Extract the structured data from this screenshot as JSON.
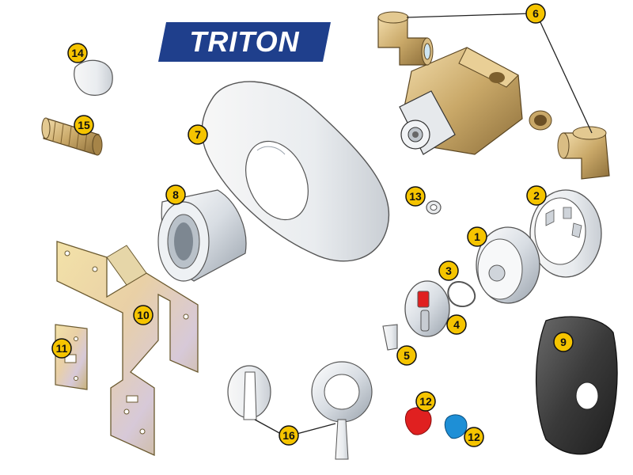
{
  "brand": {
    "name": "TRITON",
    "color": "#1f3f8c"
  },
  "colors": {
    "badge": "#f5c400",
    "badge_stroke": "#111111",
    "brass": "#c9a868",
    "red": "#e02020",
    "blue": "#1e8fd6",
    "cover": "#3a3a3a"
  },
  "callouts": [
    "1",
    "2",
    "3",
    "4",
    "5",
    "6",
    "7",
    "8",
    "9",
    "10",
    "11",
    "12",
    "12",
    "13",
    "14",
    "15",
    "16"
  ]
}
